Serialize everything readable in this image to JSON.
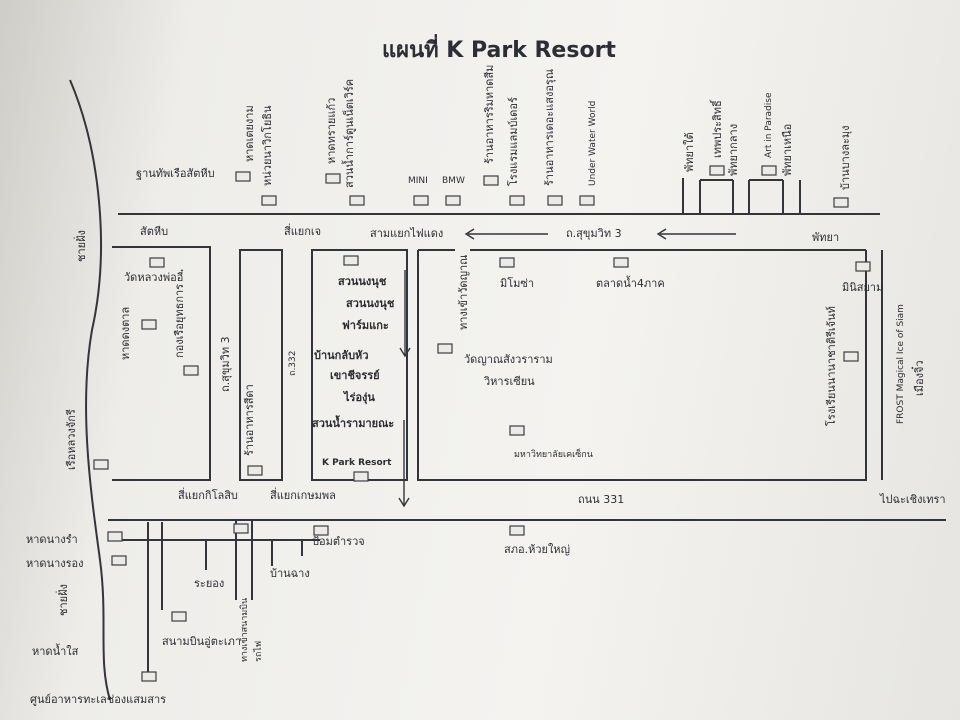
{
  "map": {
    "title": "แผนที่ K Park Resort",
    "roads": {
      "sukhumvit3": "ถ.สุขุมวิท 3",
      "sukhumvit3_vertical": "ถ.สุขุมวิท 3",
      "road332": "ถ.332",
      "road331": "ถนน 331",
      "to_chachoengsao": "ไปฉะเชิงเทรา",
      "sea_top": "ชายฝั่ง",
      "sea_bottom": "ชายฝั่ง"
    },
    "junctions": {
      "sattahip": "สัตหีบ",
      "si_yaek_je": "สี่แยกเจ",
      "sam_yaek_fai_daeng": "สามแยกไฟแดง",
      "pattaya": "พัทยา",
      "si_yaek_kilo": "สี่แยกกิโลสิบ",
      "si_yaek_kasem": "สี่แยกเกษมพล"
    },
    "places_north": {
      "naval_base": "ฐานทัพเรือสัตหีบ",
      "hat_toey_ngam": "หาดเตยงาม",
      "marine_unit": "หน่วยนาวิกโยธิน",
      "hat_sai_kaew": "หาดทรายแก้ว",
      "water_park": "สวนน้ำการ์ตูนเน็ตเวิร์ค",
      "mini": "MINI",
      "bmw": "BMW",
      "restaurant_1": "ร้านอาหารริมหาดสีม",
      "hotel_1": "โรงแรมแลมบ์เดอร์",
      "restaurant_2": "ร้านอาหารเดอะแสงอรุณ",
      "under_water_world": "Under Water World",
      "pattaya_tai": "พัทยาใต้",
      "thep_prasit": "เทพประสิทธิ์",
      "pattaya_klang": "พัทยากลาง",
      "art_in_paradise": "Art in Paradise",
      "pattaya_nuea": "พัทยาเหนือ",
      "ban_bang_lamung": "บ้านบางละมุง"
    },
    "places_middle": {
      "wat_luang_pho": "วัดหลวงพ่ออี๋",
      "hat_dong_tan": "หาดดงตาล",
      "fleet": "กองเรือยุทธการ",
      "restaurant_sida": "ร้านอาหารสีดา",
      "suan_nong_nooch": "สวนนงนุช",
      "suan_nong_nooch_2": "สวนนงนุช",
      "sheep_farm": "ฟาร์มแกะ",
      "upside_down_house": "บ้านกลับหัว",
      "khao_chi_chan": "เขาชีจรรย์",
      "vineyard": "ไร่องุ่น",
      "water_park_2": "สวนน้ำรามายณะ",
      "k_park_resort": "K Park Resort",
      "wat_yan_entry": "ทางเข้าวัดญาณ",
      "mimosa": "มิโมซ่า",
      "floating_market": "ตลาดน้ำ4ภาค",
      "mini_siam": "มินิสยาม",
      "wat_yansang": "วัดญาณสังวราราม",
      "viharn_sien": "วิหารเซียน",
      "university": "มหาวิทยาลัยเคเซ็กน",
      "school": "โรงเรียนนานาชาติรีเจ้นท์",
      "frost": "FROST Magical Ice of Siam",
      "mueang_jiw": "เมืองจิ๋ว"
    },
    "places_south": {
      "navy_boats": "เรือหลวงจักรี",
      "hat_nang_ram": "หาดนางรำ",
      "hat_nang_rong": "หาดนางรอง",
      "hat_nam_sai": "หาดน้ำใส",
      "police_box": "ป้อมตำรวจ",
      "school_huai_yai": "สภอ.ห้วยใหญ่",
      "rayong": "ระยอง",
      "ban_chang": "บ้านฉาง",
      "u_tapao": "สนามบินอู่ตะเภา",
      "seafood_center": "ศูนย์อาหารทะเลช่องแสมสาร",
      "airport_road": "ทางเข้าสนามบิน",
      "rail": "รถไฟ"
    }
  }
}
